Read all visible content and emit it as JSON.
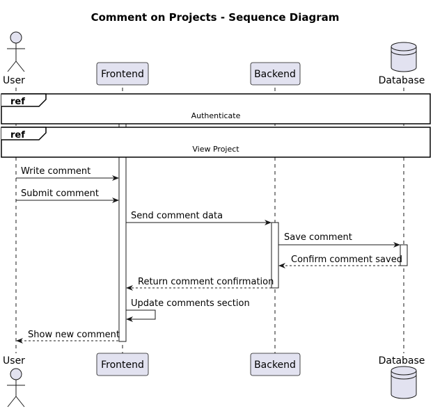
{
  "title": "Comment on Projects - Sequence Diagram",
  "participants": {
    "user": "User",
    "frontend": "Frontend",
    "backend": "Backend",
    "database": "Database"
  },
  "refs": [
    {
      "tag": "ref",
      "label": "Authenticate"
    },
    {
      "tag": "ref",
      "label": "View Project"
    }
  ],
  "messages": [
    {
      "from": "User",
      "to": "Frontend",
      "text": "Write comment",
      "style": "solid"
    },
    {
      "from": "User",
      "to": "Frontend",
      "text": "Submit comment",
      "style": "solid"
    },
    {
      "from": "Frontend",
      "to": "Backend",
      "text": "Send comment data",
      "style": "solid"
    },
    {
      "from": "Backend",
      "to": "Database",
      "text": "Save comment",
      "style": "solid"
    },
    {
      "from": "Database",
      "to": "Backend",
      "text": "Confirm comment saved",
      "style": "dashed"
    },
    {
      "from": "Backend",
      "to": "Frontend",
      "text": "Return comment confirmation",
      "style": "dashed"
    },
    {
      "from": "Frontend",
      "to": "Frontend",
      "text": "Update comments section",
      "style": "solid"
    },
    {
      "from": "Frontend",
      "to": "User",
      "text": "Show new comment",
      "style": "dashed"
    }
  ],
  "colors": {
    "participant_fill": "#e2e2f0",
    "participant_stroke": "#181818",
    "line": "#181818"
  }
}
